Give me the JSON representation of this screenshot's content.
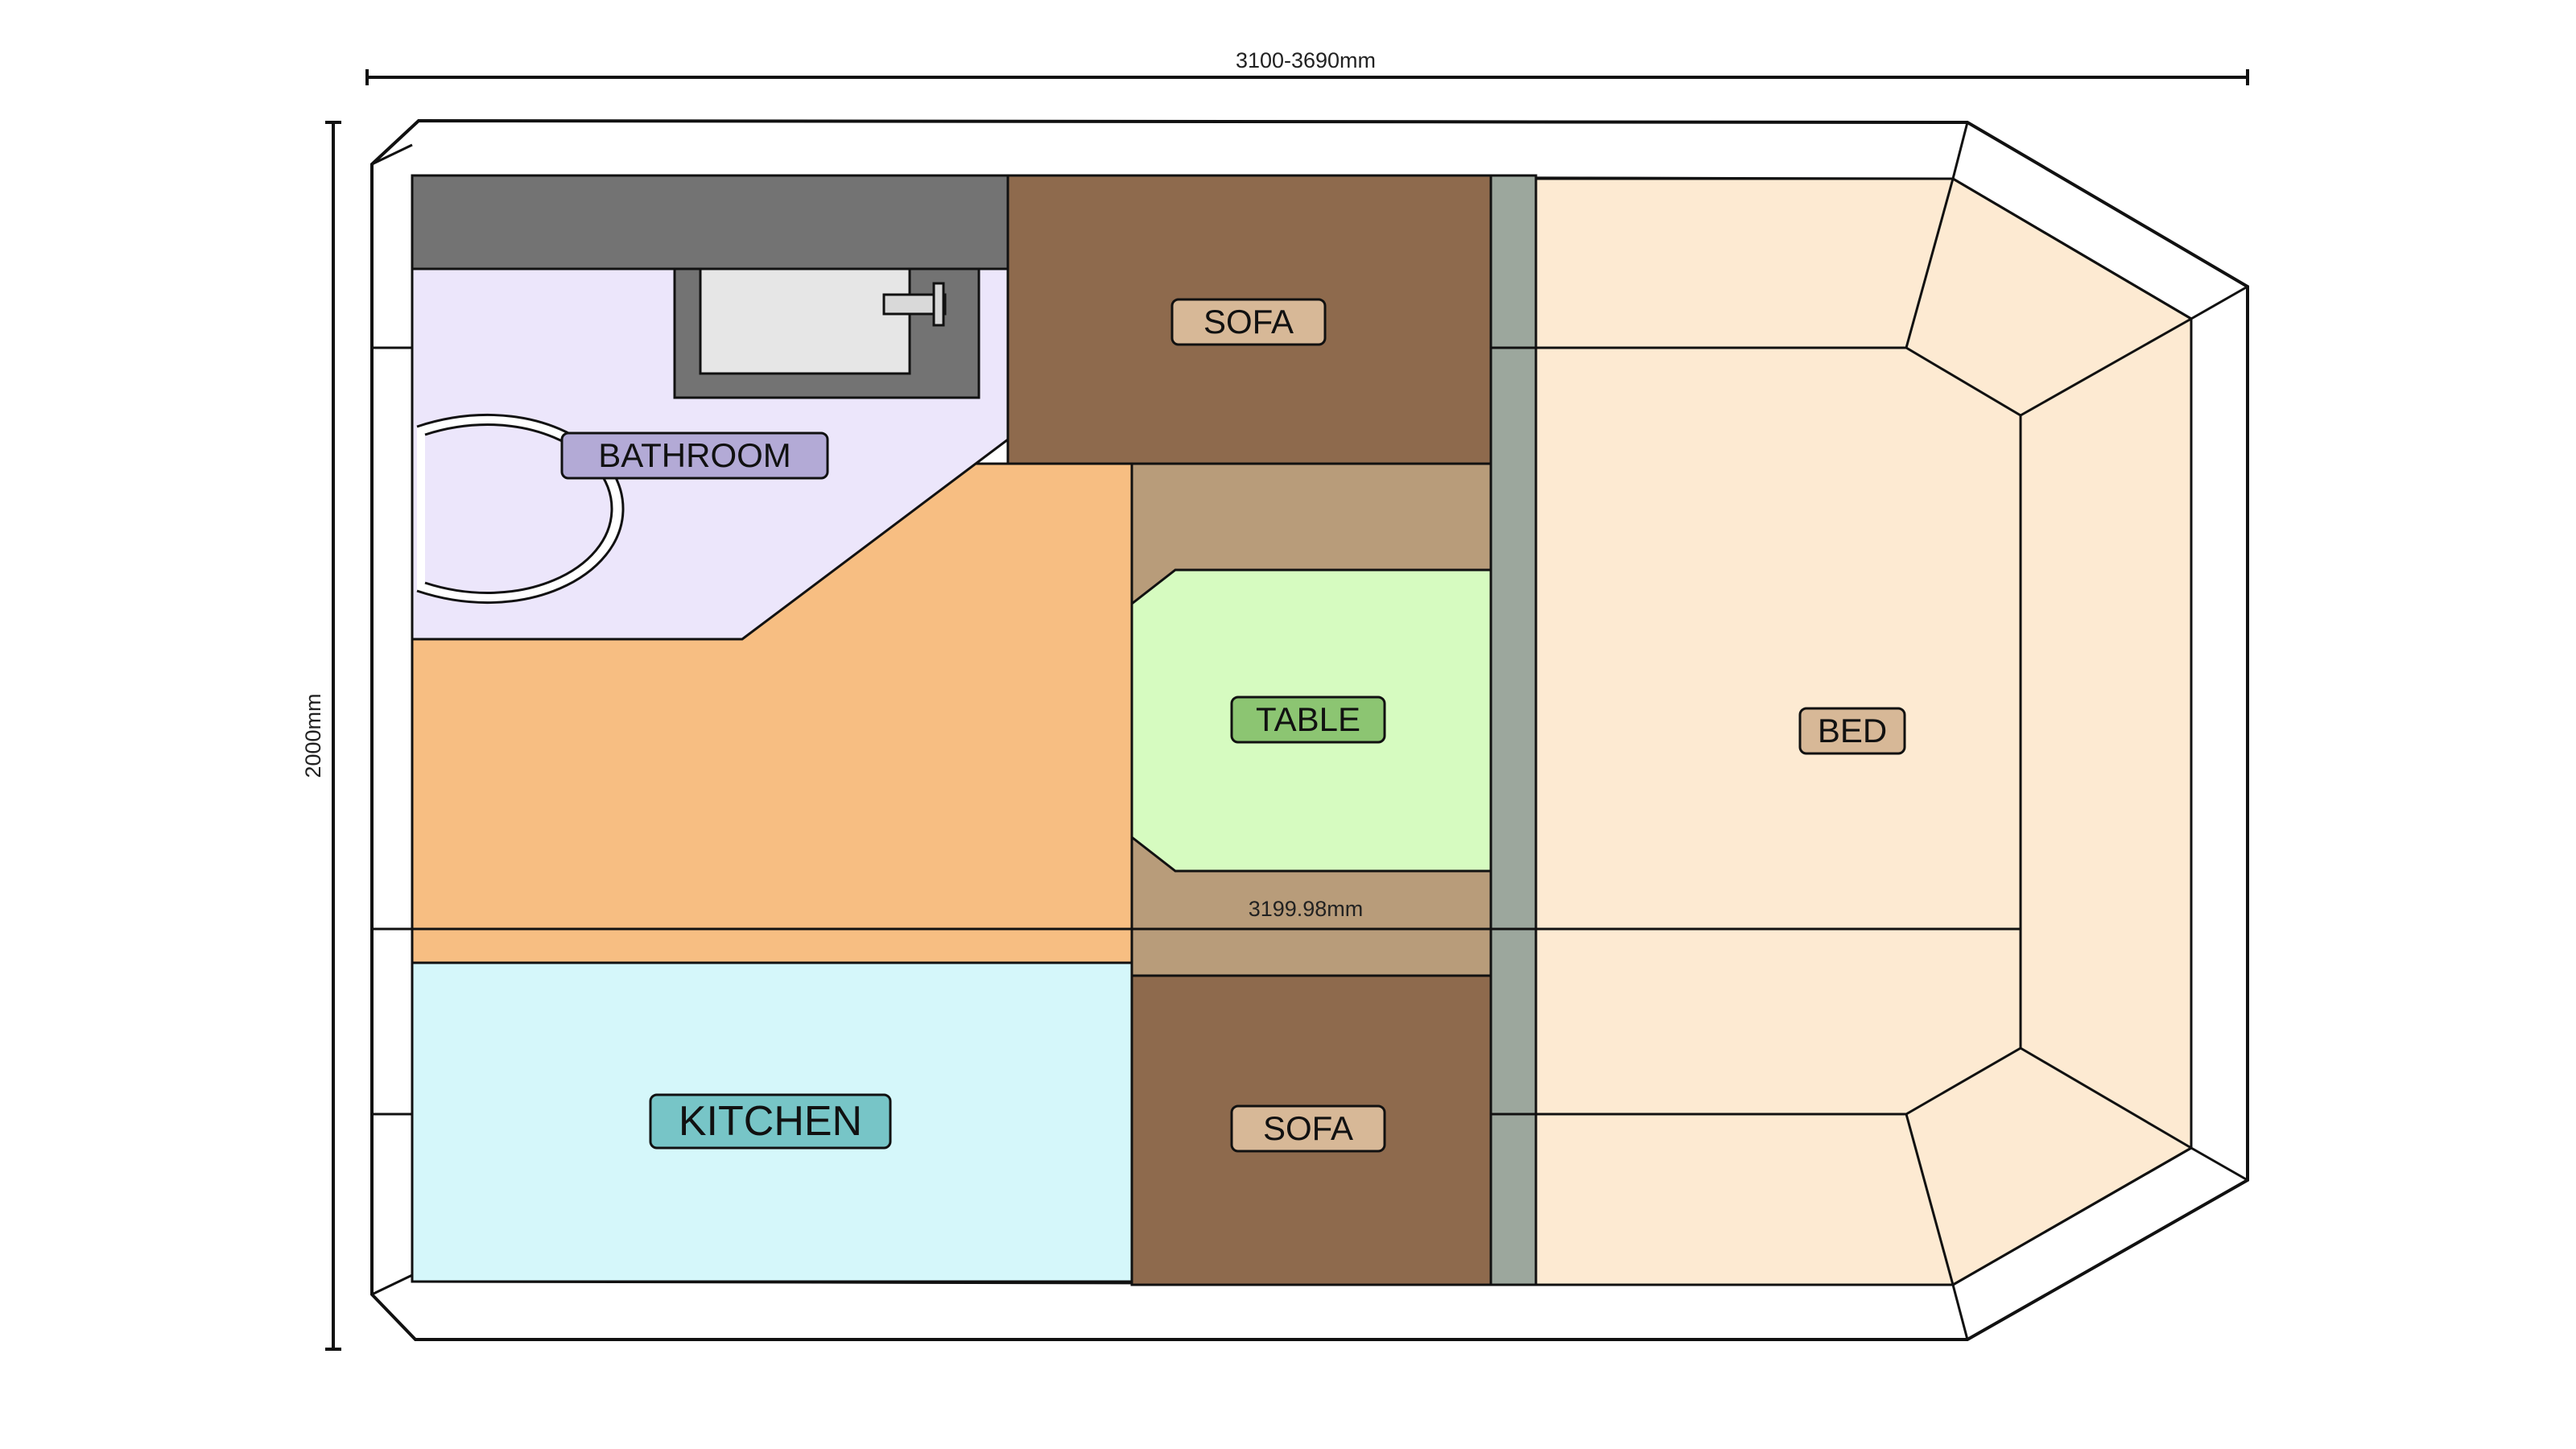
{
  "dimensions": {
    "overall_length": "3100-3690mm",
    "overall_width": "2000mm",
    "inner_length": "3199.98mm"
  },
  "rooms": {
    "bathroom": {
      "label": "BATHROOM",
      "color": "#ECE6FB",
      "tag_color": "#B3AAD6"
    },
    "kitchen": {
      "label": "KITCHEN",
      "color": "#D5F7FA",
      "tag_color": "#77C5C7"
    },
    "table": {
      "label": "TABLE",
      "color": "#D6FBC0",
      "tag_color": "#8CC572"
    },
    "sofa_top": {
      "label": "SOFA",
      "color": "#8E6A4D",
      "tag_color": "#D7B897"
    },
    "sofa_bottom": {
      "label": "SOFA",
      "color": "#8E6A4D",
      "tag_color": "#D7B897"
    },
    "bed": {
      "label": "BED",
      "color": "#FDEAD2",
      "tag_color": "#D7B897"
    }
  },
  "colors": {
    "corridor": "#F7BE82",
    "table_surround": "#B89C7A",
    "partition": "#9CA79D",
    "countertop": "#737373",
    "outline": "#111111"
  }
}
